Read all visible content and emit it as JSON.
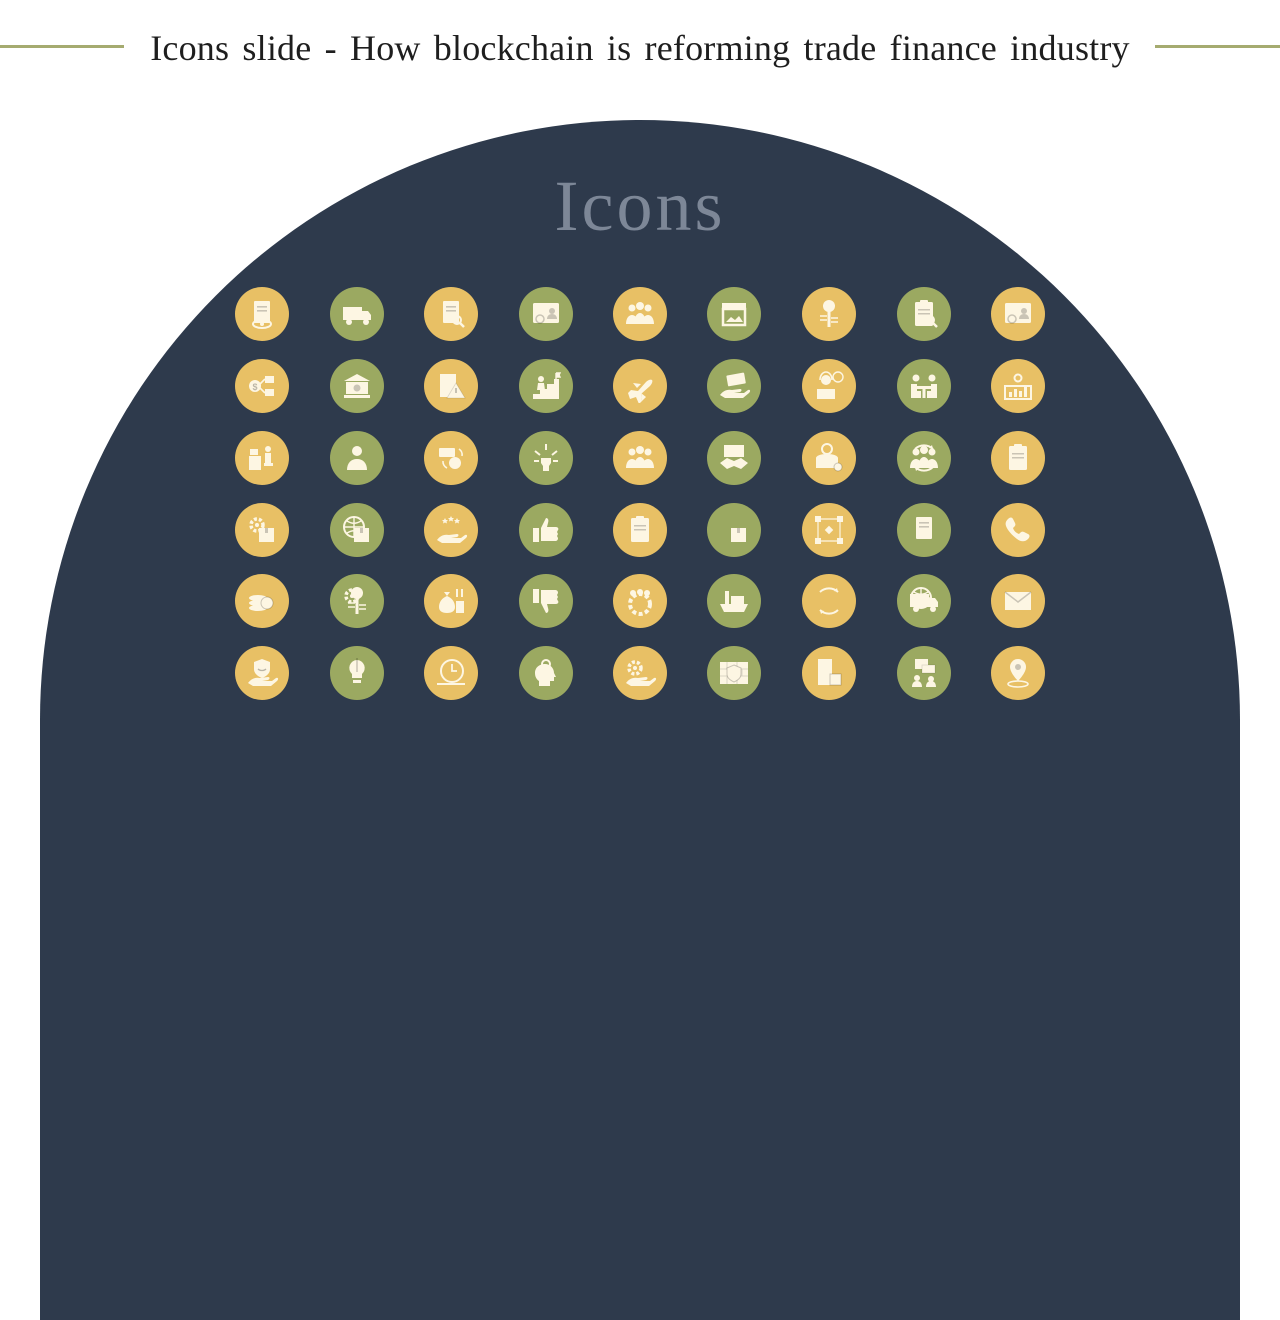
{
  "slide": {
    "title": "Icons slide - How blockchain is reforming trade finance industry",
    "section_title": "Icons"
  },
  "colors": {
    "accent_line": "#a5ab70",
    "dome_background": "#2e3a4c",
    "section_title": "#7d8797",
    "icon_gold": "#e8c065",
    "icon_green": "#9ba961",
    "icon_glyph": "#fdf6e3"
  },
  "icons": [
    [
      {
        "name": "document-eye-icon",
        "color": "gold"
      },
      {
        "name": "delivery-truck-chart-icon",
        "color": "green"
      },
      {
        "name": "document-magnifier-eye-icon",
        "color": "gold"
      },
      {
        "name": "profile-invoice-dollar-icon",
        "color": "green"
      },
      {
        "name": "team-globe-hand-icon",
        "color": "gold"
      },
      {
        "name": "storefront-icon",
        "color": "green"
      },
      {
        "name": "key-circuit-icon",
        "color": "gold"
      },
      {
        "name": "clipboard-search-icon",
        "color": "green"
      },
      {
        "name": "profile-verified-card-icon",
        "color": "gold"
      }
    ],
    [
      {
        "name": "dollar-distribution-icon",
        "color": "gold"
      },
      {
        "name": "bank-dollar-icon",
        "color": "green"
      },
      {
        "name": "clipboard-warning-icon",
        "color": "gold"
      },
      {
        "name": "businessman-stairs-goal-icon",
        "color": "green"
      },
      {
        "name": "airplane-icon",
        "color": "gold"
      },
      {
        "name": "hand-cash-icon",
        "color": "green"
      },
      {
        "name": "support-agent-24h-icon",
        "color": "gold"
      },
      {
        "name": "meeting-table-icon",
        "color": "green"
      },
      {
        "name": "analytics-gear-icon",
        "color": "gold"
      }
    ],
    [
      {
        "name": "employee-desk-icon",
        "color": "gold"
      },
      {
        "name": "businessman-icon",
        "color": "green"
      },
      {
        "name": "money-exchange-icon",
        "color": "gold"
      },
      {
        "name": "raised-fist-power-icon",
        "color": "green"
      },
      {
        "name": "team-leader-icon",
        "color": "gold"
      },
      {
        "name": "contract-handshake-icon",
        "color": "green"
      },
      {
        "name": "database-gear-icon",
        "color": "gold"
      },
      {
        "name": "team-cycle-icon",
        "color": "green"
      },
      {
        "name": "resume-profile-icon",
        "color": "gold"
      }
    ],
    [
      {
        "name": "gear-box-icon",
        "color": "gold"
      },
      {
        "name": "global-shipping-box-icon",
        "color": "green"
      },
      {
        "name": "hand-customer-rating-icon",
        "color": "gold"
      },
      {
        "name": "thumbs-up-icon",
        "color": "green"
      },
      {
        "name": "clipboard-plan-icon",
        "color": "gold"
      },
      {
        "name": "package-checkmark-icon",
        "color": "green"
      },
      {
        "name": "blockchain-network-icon",
        "color": "gold"
      },
      {
        "name": "invoice-dollar-icon",
        "color": "green"
      },
      {
        "name": "phone-contact-icon",
        "color": "gold"
      }
    ],
    [
      {
        "name": "coin-stacks-icon",
        "color": "gold"
      },
      {
        "name": "user-gear-key-icon",
        "color": "green"
      },
      {
        "name": "money-bag-coins-icon",
        "color": "gold"
      },
      {
        "name": "thumbs-down-icon",
        "color": "green"
      },
      {
        "name": "team-gear-icon",
        "color": "gold"
      },
      {
        "name": "cargo-ship-icon",
        "color": "green"
      },
      {
        "name": "refresh-cycle-icon",
        "color": "gold"
      },
      {
        "name": "global-logistics-icon",
        "color": "green"
      },
      {
        "name": "envelope-icon",
        "color": "gold"
      }
    ],
    [
      {
        "name": "hand-shield-smile-icon",
        "color": "gold"
      },
      {
        "name": "pencil-lightbulb-icon",
        "color": "green"
      },
      {
        "name": "clock-speed-icon",
        "color": "gold"
      },
      {
        "name": "head-gear-idea-icon",
        "color": "green"
      },
      {
        "name": "hand-gears-icon",
        "color": "gold"
      },
      {
        "name": "firewall-shield-icon",
        "color": "green"
      },
      {
        "name": "document-chip-icon",
        "color": "gold"
      },
      {
        "name": "people-discussion-icon",
        "color": "green"
      },
      {
        "name": "location-pin-icon",
        "color": "gold"
      }
    ]
  ]
}
